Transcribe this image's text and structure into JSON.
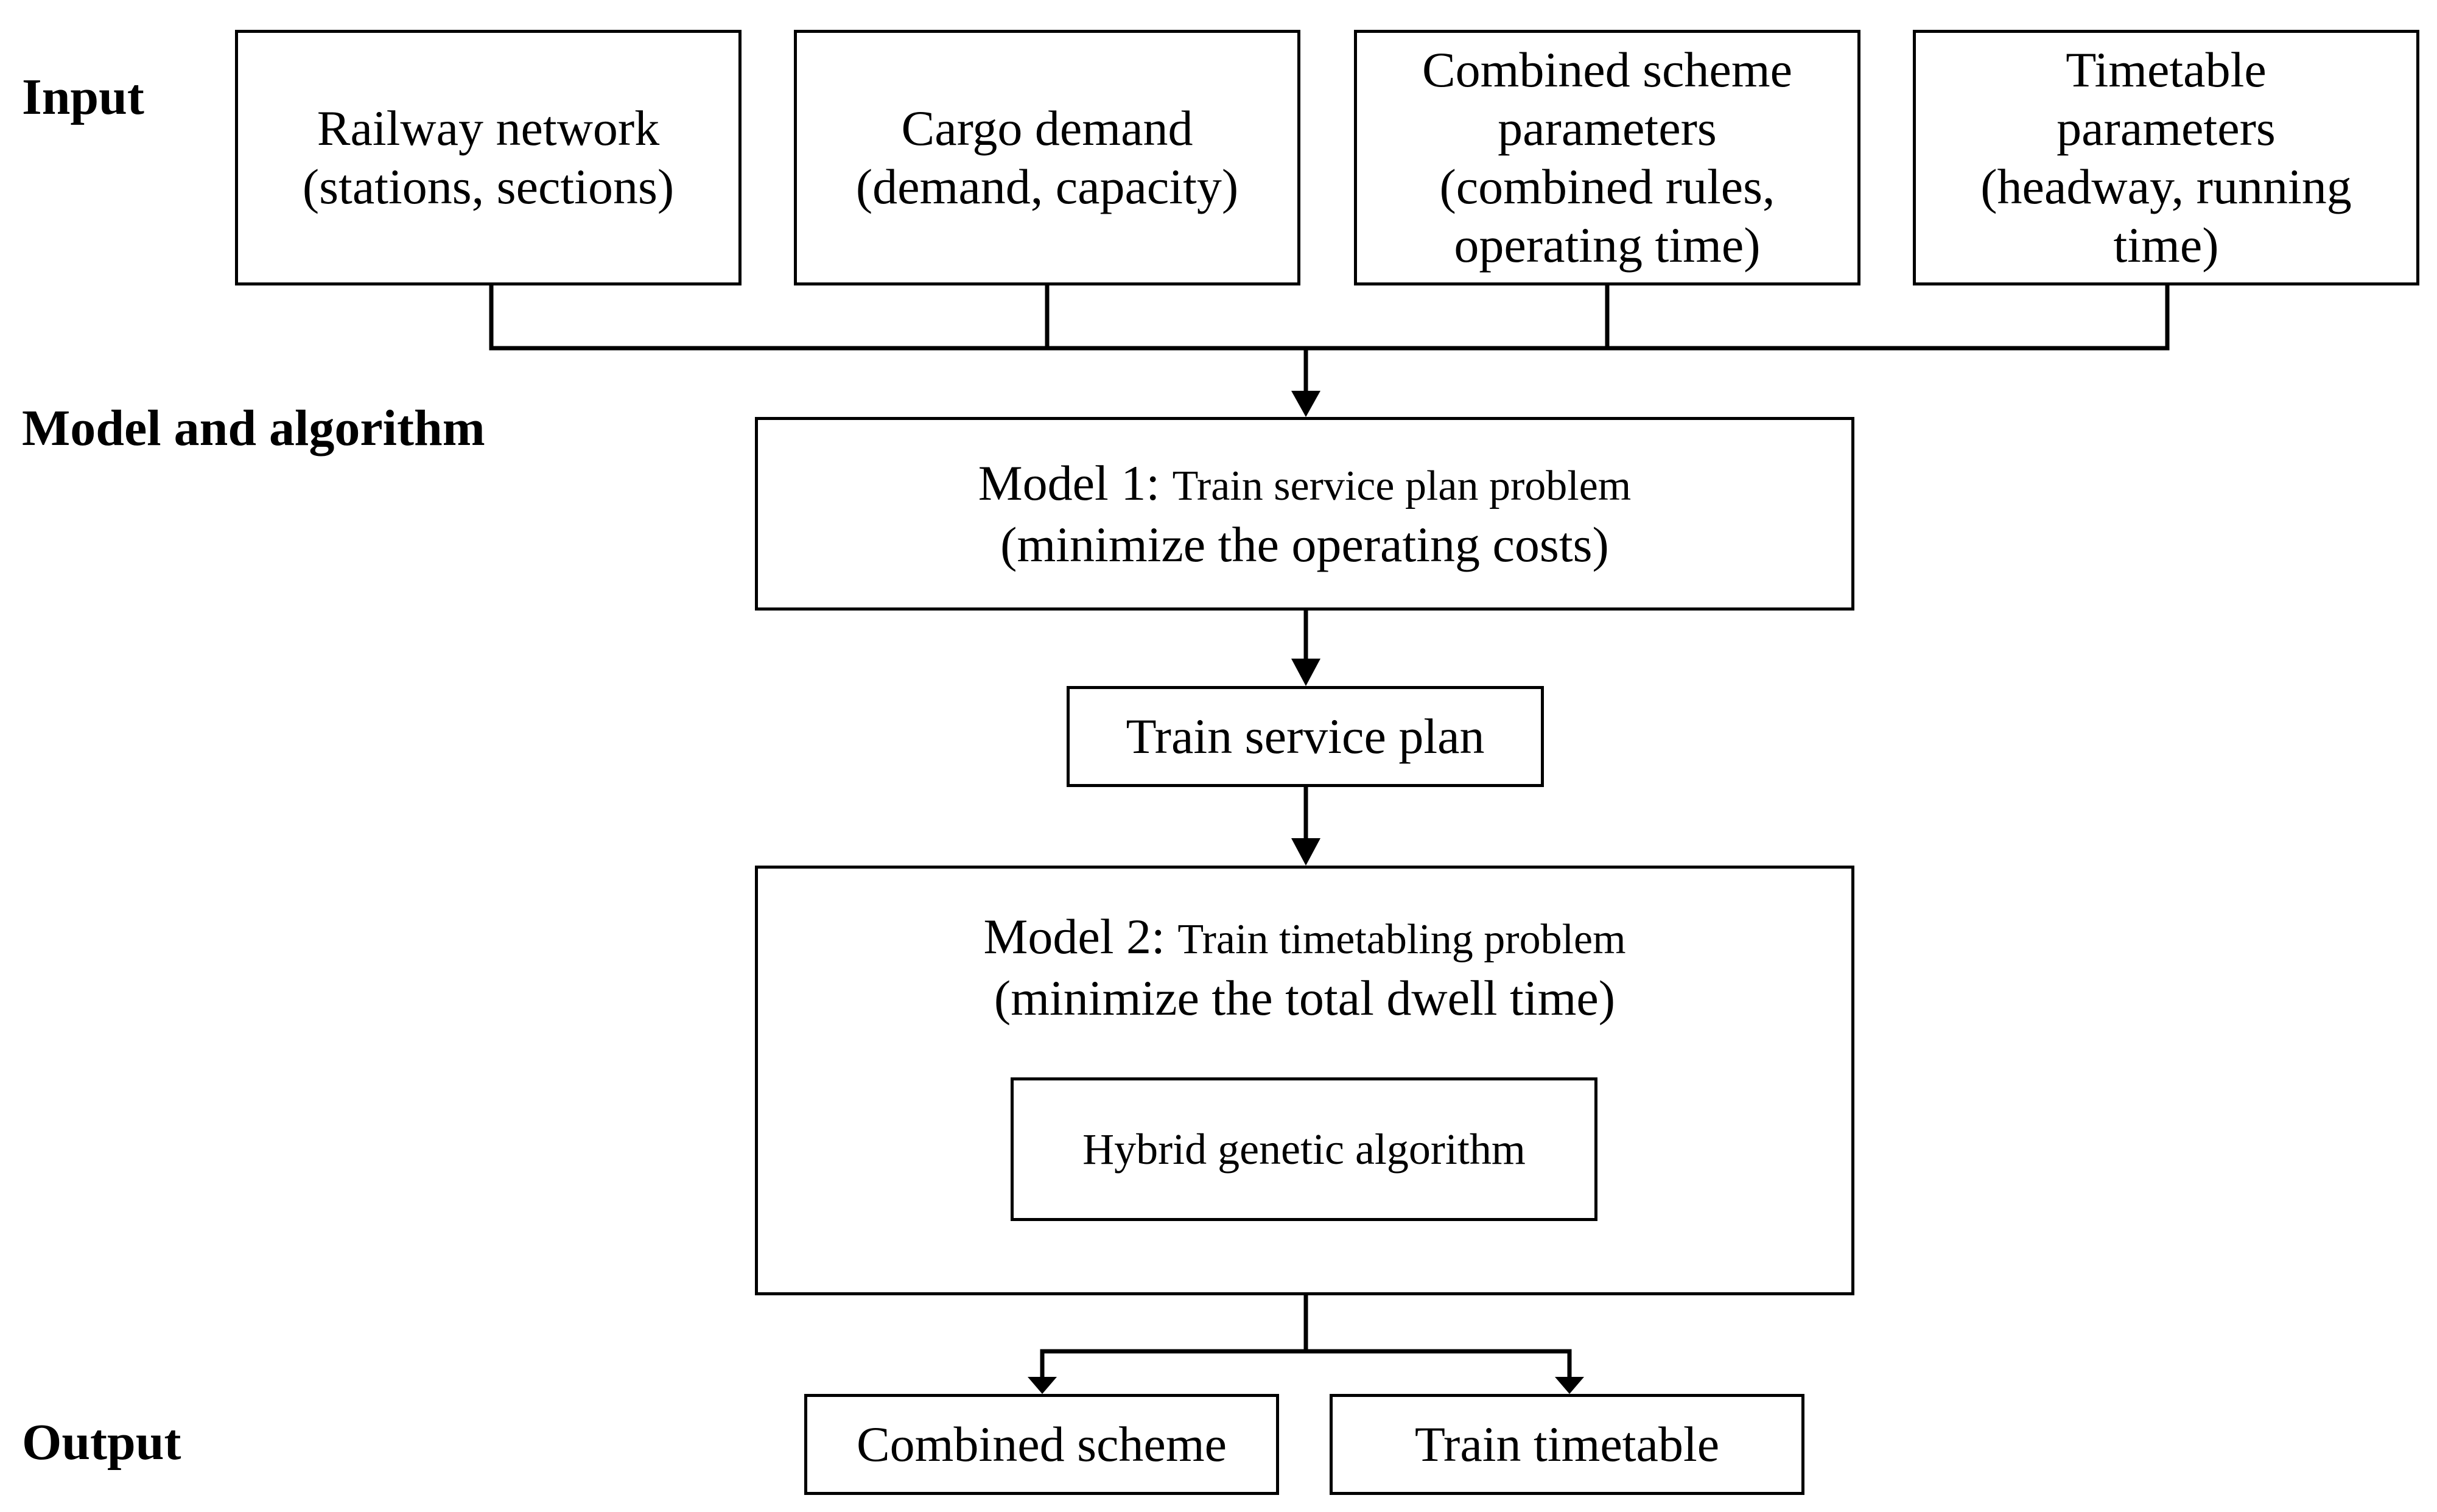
{
  "stages": {
    "input": "Input",
    "model_and_algorithm": "Model and algorithm",
    "output": "Output"
  },
  "inputs": [
    {
      "lines": [
        "Railway network",
        "(stations, sections)"
      ]
    },
    {
      "lines": [
        "Cargo demand",
        "(demand, capacity)"
      ]
    },
    {
      "lines": [
        "Combined scheme",
        "parameters",
        "(combined rules,",
        "operating time)"
      ]
    },
    {
      "lines": [
        "Timetable",
        "parameters",
        "(headway, running",
        "time)"
      ]
    }
  ],
  "model1": {
    "name": "Model 1:",
    "problem": "Train service plan problem",
    "objective": "(minimize the operating costs)"
  },
  "service_plan": "Train service plan",
  "model2": {
    "name": "Model 2:",
    "problem": "Train timetabling problem",
    "objective": "(minimize the total dwell time)",
    "algorithm": "Hybrid genetic algorithm"
  },
  "outputs": [
    "Combined scheme",
    "Train timetable"
  ]
}
